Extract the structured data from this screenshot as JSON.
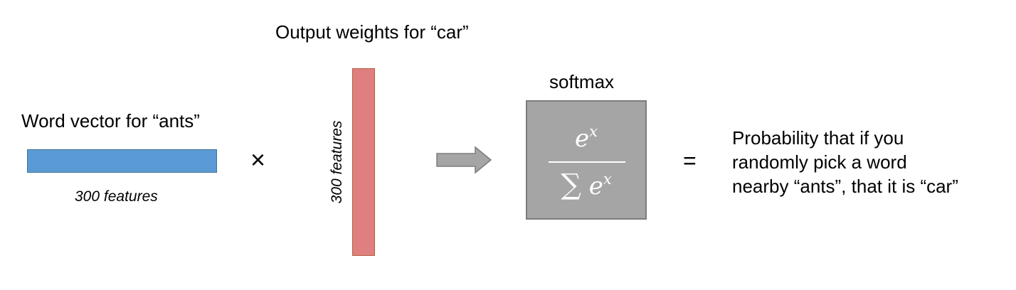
{
  "input": {
    "label": "Word vector for “ants”",
    "features": "300 features",
    "color": "#5b9bd5"
  },
  "operator_multiply": "×",
  "output": {
    "label": "Output weights for “car”",
    "features": "300 features",
    "color": "#e07f7f"
  },
  "softmax": {
    "label": "softmax",
    "numerator": "e",
    "numerator_exp": "x",
    "sum_symbol": "∑",
    "denominator": "e",
    "denominator_exp": "x",
    "color": "#a5a5a5"
  },
  "operator_equals": "=",
  "result": {
    "lines": [
      "Probability that if you",
      "randomly pick a word",
      "nearby “ants”, that it is “car”"
    ]
  }
}
